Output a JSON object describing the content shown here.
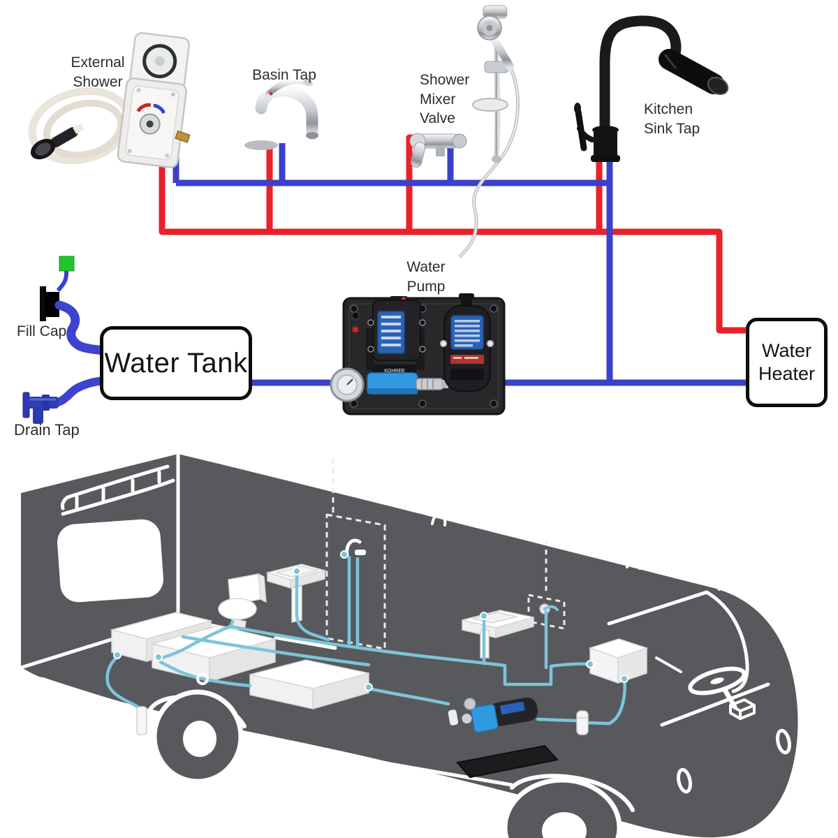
{
  "schematic": {
    "labels": {
      "external_shower": "External Shower",
      "basin_tap": "Basin Tap",
      "shower_mixer_valve": "Shower Mixer Valve",
      "kitchen_sink_tap": "Kitchen Sink Tap",
      "water_pump": "Water Pump",
      "fill_cap": "Fill Cap",
      "drain_tap": "Drain Tap"
    },
    "nodes": {
      "water_tank": "Water Tank",
      "water_heater": "Water Heater"
    },
    "pump_brand": "KOHREE",
    "pipe_colors": {
      "hot": "#e8222a",
      "cold": "#3a41cb",
      "hose_blue": "#3d43cf",
      "fill_cap_green": "#22c32f",
      "drain_tap_blue": "#2b3aae"
    }
  },
  "rv": {
    "body_color": "#58595c",
    "pipe_color": "#7cc4da",
    "fixtures": [
      "toilet",
      "bathroom-basin",
      "shower-enclosure",
      "kitchen-sink",
      "external-shower-outlet",
      "water-heater-box",
      "water-pump",
      "fresh-water-tanks",
      "fill-inlet",
      "steering-wheel",
      "wheels"
    ]
  }
}
